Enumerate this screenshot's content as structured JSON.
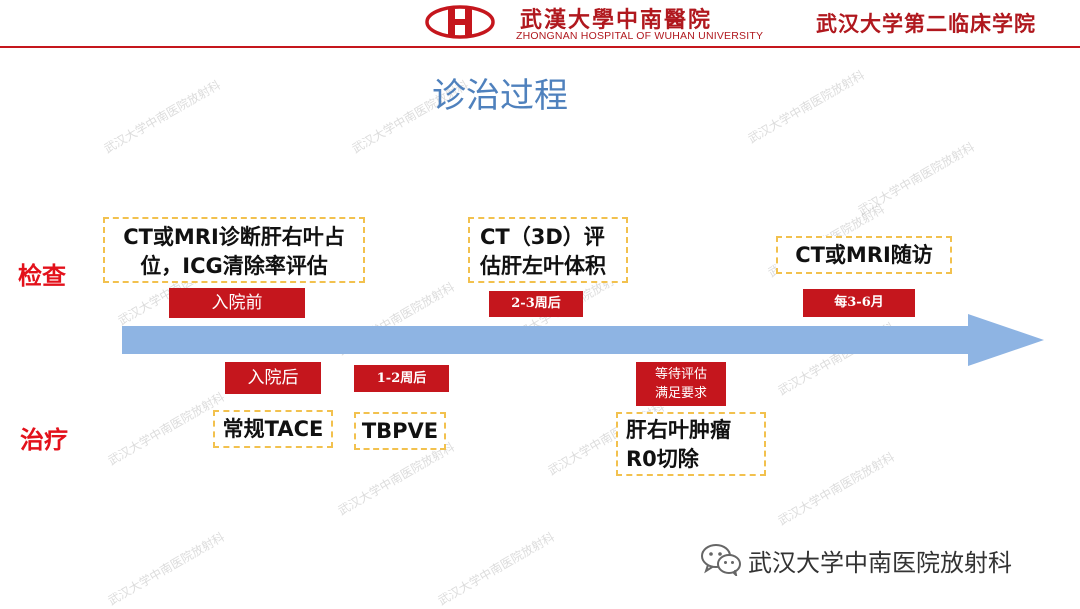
{
  "header": {
    "hospital_name_cn": "武漢大學中南醫院",
    "hospital_name_en": "ZHONGNAN HOSPITAL OF WUHAN UNIVERSITY",
    "college_name": "武汉大学第二临床学院"
  },
  "slide": {
    "title": "诊治过程"
  },
  "rows": {
    "exam_label": "检查",
    "treatment_label": "治疗"
  },
  "exam_items": [
    {
      "text_line1": "CT或MRI诊断肝右叶占",
      "text_line2": "位，ICG清除率评估",
      "tag": "入院前"
    },
    {
      "text_line1": "CT（3D）评",
      "text_line2": "估肝左叶体积",
      "tag": "2-3周后"
    },
    {
      "text_line1": "CT或MRI随访",
      "tag": "每3-6月"
    }
  ],
  "treatment_items": [
    {
      "tag": "入院后",
      "text": "常规TACE"
    },
    {
      "tag": "1-2周后",
      "text": "TBPVE"
    },
    {
      "tag_line1": "等待评估",
      "tag_line2": "满足要求",
      "text_line1": "肝右叶肿瘤",
      "text_line2": "R0切除"
    }
  ],
  "watermark_text": "武汉大学中南医院放射科",
  "footer": {
    "account_name": "武汉大学中南医院放射科"
  },
  "colors": {
    "accent_red": "#c5161d",
    "title_blue": "#4f81bd",
    "arrow_blue": "#8eb4e3",
    "dash_yellow": "#f2c14e",
    "label_red": "#e3111b"
  },
  "icons": [
    "hospital-logo-icon",
    "wechat-icon"
  ]
}
